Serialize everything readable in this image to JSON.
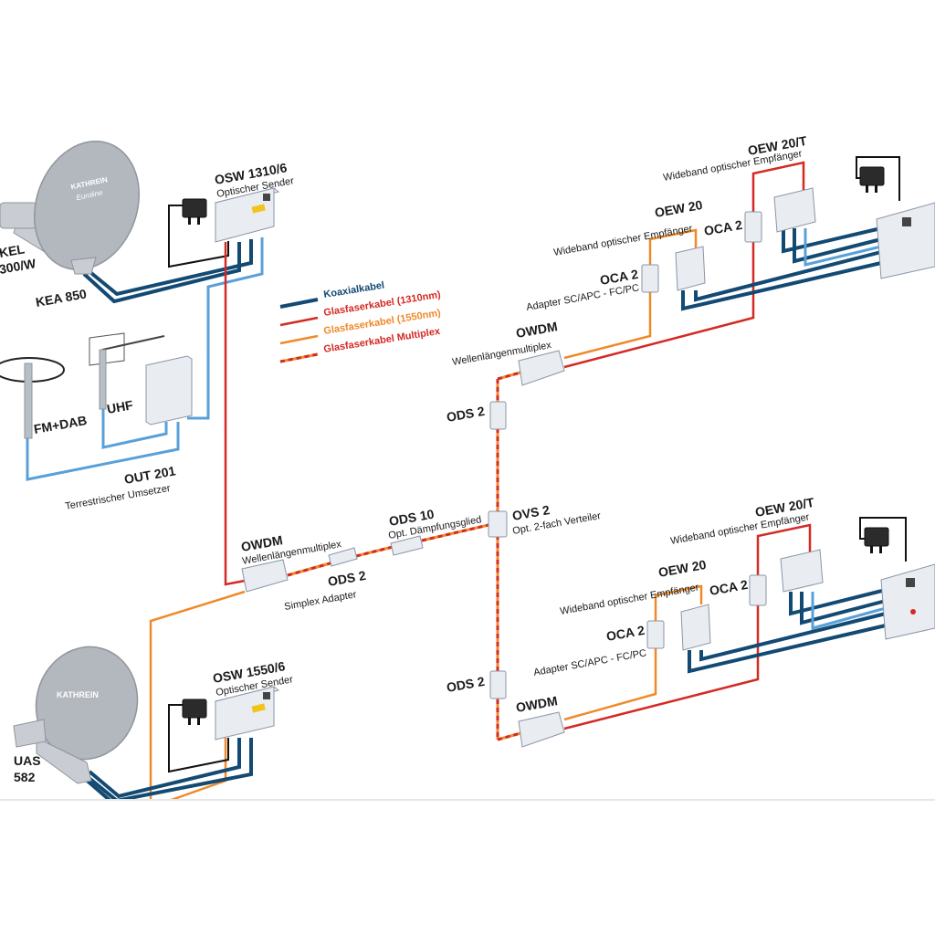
{
  "legend": {
    "items": [
      {
        "label": "Koaxialkabel",
        "color": "#134a73",
        "style": "solid"
      },
      {
        "label": "Glasfaserkabel (1310nm)",
        "color": "#d42a25",
        "style": "solid"
      },
      {
        "label": "Glasfaserkabel (1550nm)",
        "color": "#ef8a2a",
        "style": "solid"
      },
      {
        "label": "Glasfaserkabel Multiplex",
        "color": "#d42a25",
        "style": "dashed-orange-red"
      }
    ]
  },
  "dish_top": {
    "brand": "KATHREIN",
    "model_text": "Euroline",
    "lnb_label_1": "KEL",
    "lnb_label_2": "300/W",
    "mount_label": "KEA 850"
  },
  "dish_bottom": {
    "brand": "KATHREIN",
    "lnb_label_1": "UAS",
    "lnb_label_2": "582"
  },
  "terrestrial": {
    "fm_label": "FM+DAB",
    "uhf_label": "UHF",
    "converter_title": "OUT 201",
    "converter_sub": "Terrestrischer Umsetzer"
  },
  "osw1310": {
    "title": "OSW 1310/6",
    "sub": "Optischer Sender"
  },
  "osw1550": {
    "title": "OSW 1550/6",
    "sub": "Optischer Sender"
  },
  "owdm_left": {
    "title": "OWDM",
    "sub": "Wellenlängenmultiplex"
  },
  "ods2_simplex": {
    "title": "ODS 2",
    "sub": "Simplex Adapter"
  },
  "ods10": {
    "title": "ODS 10",
    "sub": "Opt. Dämpfungsglied"
  },
  "ovs2": {
    "title": "OVS 2",
    "sub": "Opt. 2-fach Verteiler"
  },
  "branch_top": {
    "ods2": "ODS 2",
    "owdm_title": "OWDM",
    "owdm_sub": "Wellenlängenmultiplex",
    "oca2_a_title": "OCA 2",
    "oca2_a_sub": "Adapter SC/APC - FC/PC",
    "oew20_title": "OEW 20",
    "oew20_sub": "Wideband optischer Empfänger",
    "oca2_b_title": "OCA 2",
    "oew20t_title": "OEW 20/T",
    "oew20t_sub": "Wideband optischer Empfänger"
  },
  "branch_bottom": {
    "ods2": "ODS 2",
    "owdm_title": "OWDM",
    "oca2_a_title": "OCA 2",
    "oca2_a_sub": "Adapter SC/APC - FC/PC",
    "oew20_title": "OEW 20",
    "oew20_sub": "Wideband optischer Empfänger",
    "oca2_b_title": "OCA 2",
    "oew20t_title": "OEW 20/T",
    "oew20t_sub": "Wideband optischer Empfänger"
  }
}
